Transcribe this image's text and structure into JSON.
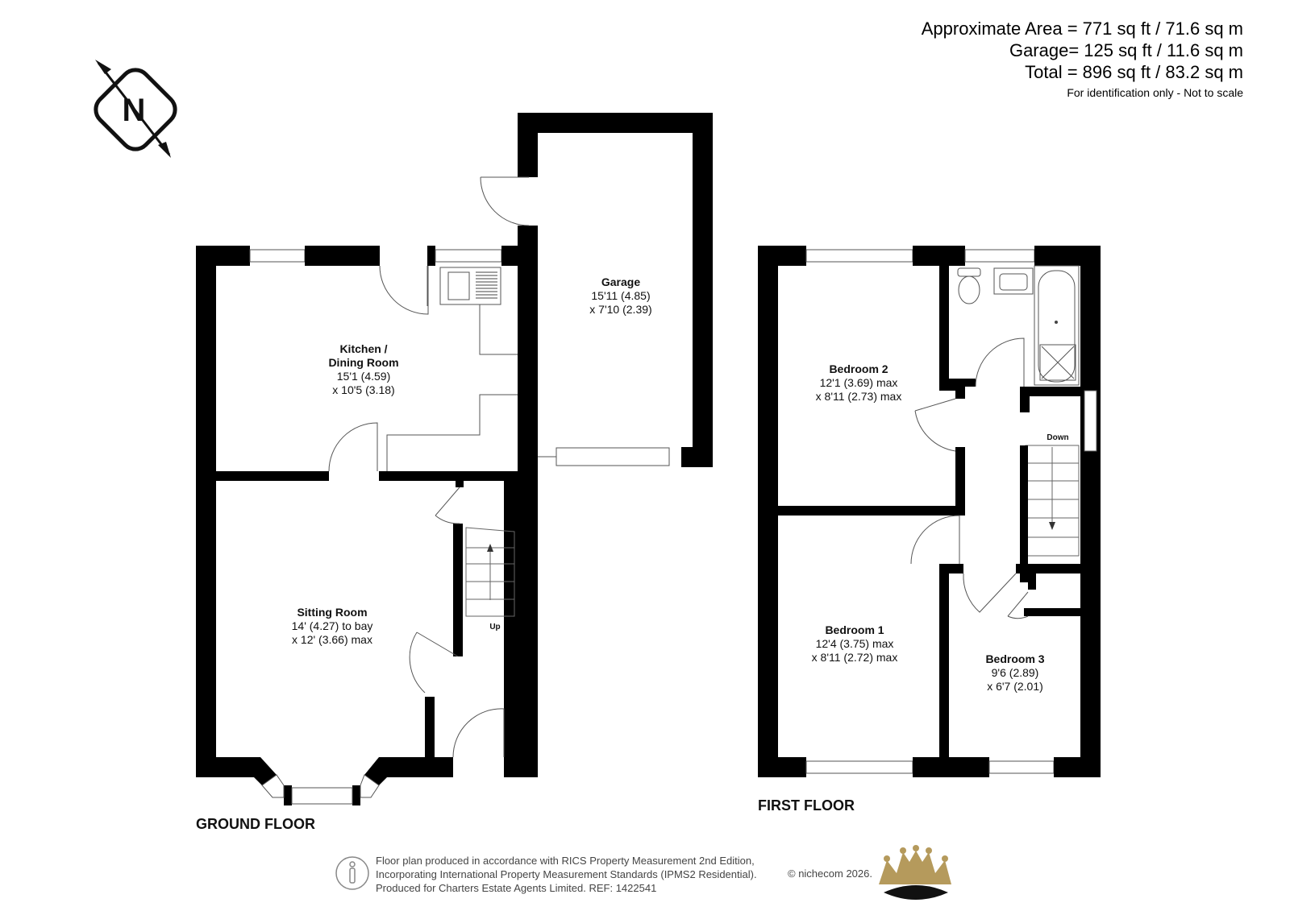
{
  "area": {
    "approx": "Approximate Area = 771 sq ft / 71.6 sq m",
    "garage": "Garage= 125 sq ft / 11.6 sq m",
    "total": "Total = 896 sq ft / 83.2 sq m",
    "note": "For identification only - Not to scale"
  },
  "compass": {
    "letter": "N",
    "icon": "north-compass-icon"
  },
  "floors": {
    "ground": "GROUND FLOOR",
    "first": "FIRST FLOOR"
  },
  "rooms": {
    "kitchen": {
      "name1": "Kitchen /",
      "name2": "Dining Room",
      "dim1": "15'1 (4.59)",
      "dim2": "x 10'5 (3.18)"
    },
    "garage": {
      "name": "Garage",
      "dim1": "15'11 (4.85)",
      "dim2": "x 7'10 (2.39)"
    },
    "sitting": {
      "name": "Sitting Room",
      "dim1": "14' (4.27) to bay",
      "dim2": "x 12' (3.66) max"
    },
    "bedroom2": {
      "name": "Bedroom 2",
      "dim1": "12'1 (3.69) max",
      "dim2": "x 8'11 (2.73) max"
    },
    "bedroom1": {
      "name": "Bedroom 1",
      "dim1": "12'4 (3.75) max",
      "dim2": "x 8'11 (2.72) max"
    },
    "bedroom3": {
      "name": "Bedroom 3",
      "dim1": "9'6 (2.89)",
      "dim2": "x 6'7 (2.01)"
    }
  },
  "stairs": {
    "up": "Up",
    "down": "Down"
  },
  "footer": {
    "line1": "Floor plan produced in accordance with RICS Property Measurement 2nd Edition,",
    "line2": "Incorporating International Property Measurement Standards (IPMS2 Residential).",
    "line3": "Produced for Charters Estate Agents Limited.   REF: 1422541",
    "copyright": "© nichecom 2026."
  },
  "icons": {
    "person": "person-icon",
    "crown": "crown-logo"
  }
}
